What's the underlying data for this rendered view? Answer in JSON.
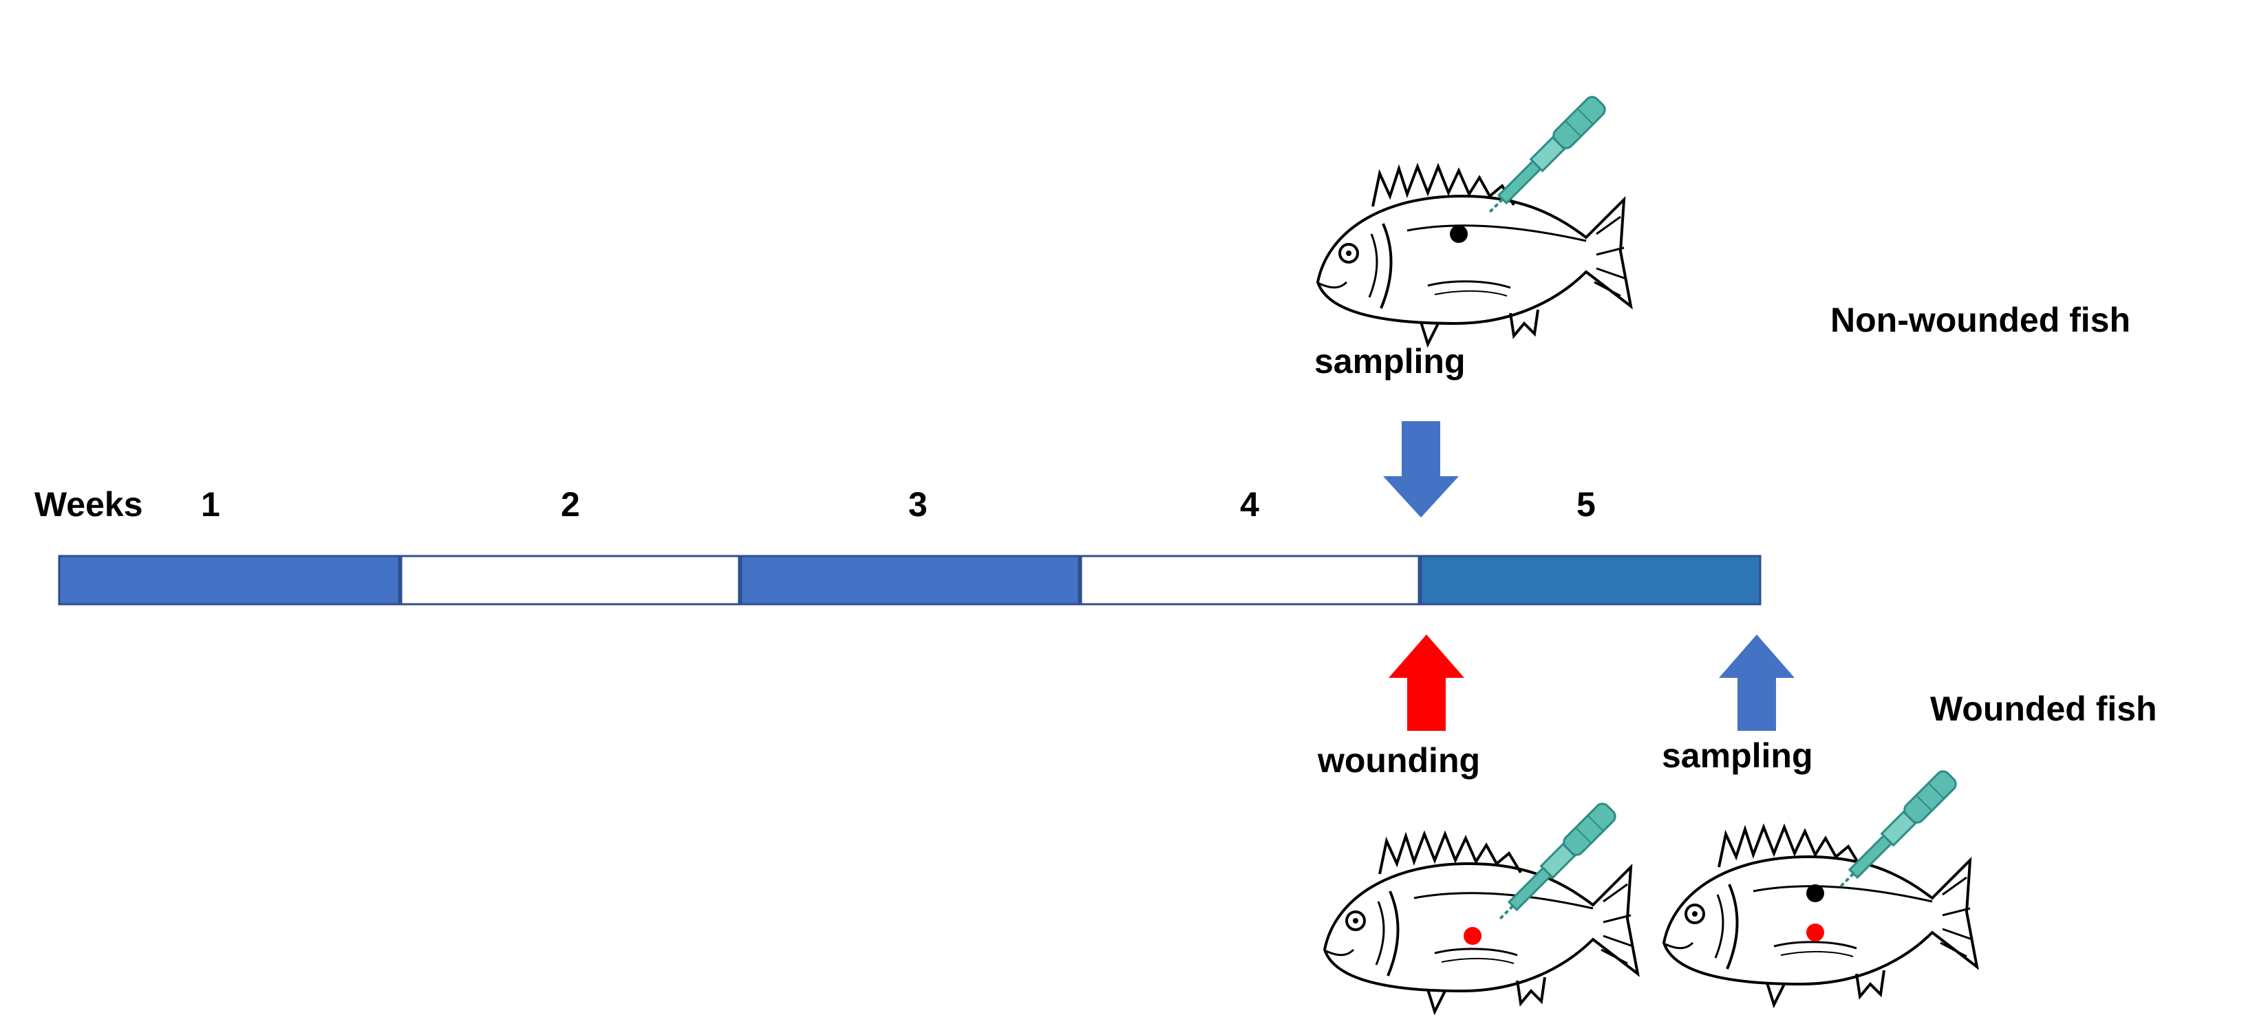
{
  "timeline": {
    "axis_label": "Weeks",
    "weeks": [
      {
        "label": "1",
        "color": "#4472c4"
      },
      {
        "label": "2",
        "color": "#ffffff"
      },
      {
        "label": "3",
        "color": "#4472c4"
      },
      {
        "label": "4",
        "color": "#ffffff"
      },
      {
        "label": "5",
        "color": "#2e75b6"
      }
    ],
    "border_color": "#2f4f8f"
  },
  "groups": {
    "non_wounded": {
      "label": "Non-wounded fish",
      "sampling_label": "sampling",
      "arrow_color": "#4472c4"
    },
    "wounded": {
      "label": "Wounded fish",
      "wounding_label": "wounding",
      "wounding_arrow_color": "#ff0000",
      "sampling_label": "sampling",
      "sampling_arrow_color": "#4472c4"
    }
  },
  "icons": [
    "fish-icon",
    "sampling-pen-icon",
    "down-arrow-icon",
    "up-arrow-icon"
  ],
  "colors": {
    "pen": "#5bbcb0",
    "pen_dark": "#2e8c84",
    "wound_mark": "#ff0000",
    "sample_mark": "#000000"
  }
}
